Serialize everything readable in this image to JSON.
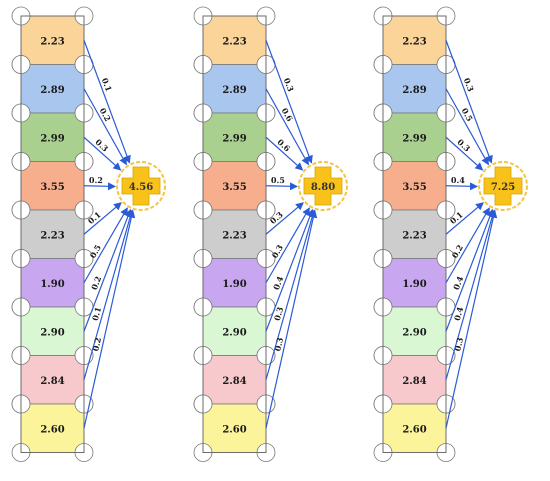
{
  "colors": {
    "cell_fills": [
      "#fbd49a",
      "#a9c7ee",
      "#a9d08e",
      "#f6ae8d",
      "#cdcdcd",
      "#c9a6f0",
      "#d9f7d3",
      "#f8c9cc",
      "#fbf49a"
    ],
    "arrow": "#2a5bd7",
    "plus_fill": "#f8c21a",
    "ring": "#f5c542"
  },
  "diagrams": [
    {
      "result": "4.56",
      "cells": [
        "2.23",
        "2.89",
        "2.99",
        "3.55",
        "2.23",
        "1.90",
        "2.90",
        "2.84",
        "2.60"
      ],
      "weights": [
        "0.1",
        "0.2",
        "0.3",
        "0.2",
        "0.1",
        "0.5",
        "0.2",
        "0.1",
        "0.2"
      ]
    },
    {
      "result": "8.80",
      "cells": [
        "2.23",
        "2.89",
        "2.99",
        "3.55",
        "2.23",
        "1.90",
        "2.90",
        "2.84",
        "2.60"
      ],
      "weights": [
        "0.3",
        "0.6",
        "0.6",
        "0.5",
        "0.3",
        "0.3",
        "0.4",
        "0.3",
        "0.3"
      ]
    },
    {
      "result": "7.25",
      "cells": [
        "2.23",
        "2.89",
        "2.99",
        "3.55",
        "2.23",
        "1.90",
        "2.90",
        "2.84",
        "2.60"
      ],
      "weights": [
        "0.3",
        "0.5",
        "0.3",
        "0.4",
        "0.1",
        "0.2",
        "0.4",
        "0.4",
        "0.3"
      ]
    }
  ]
}
